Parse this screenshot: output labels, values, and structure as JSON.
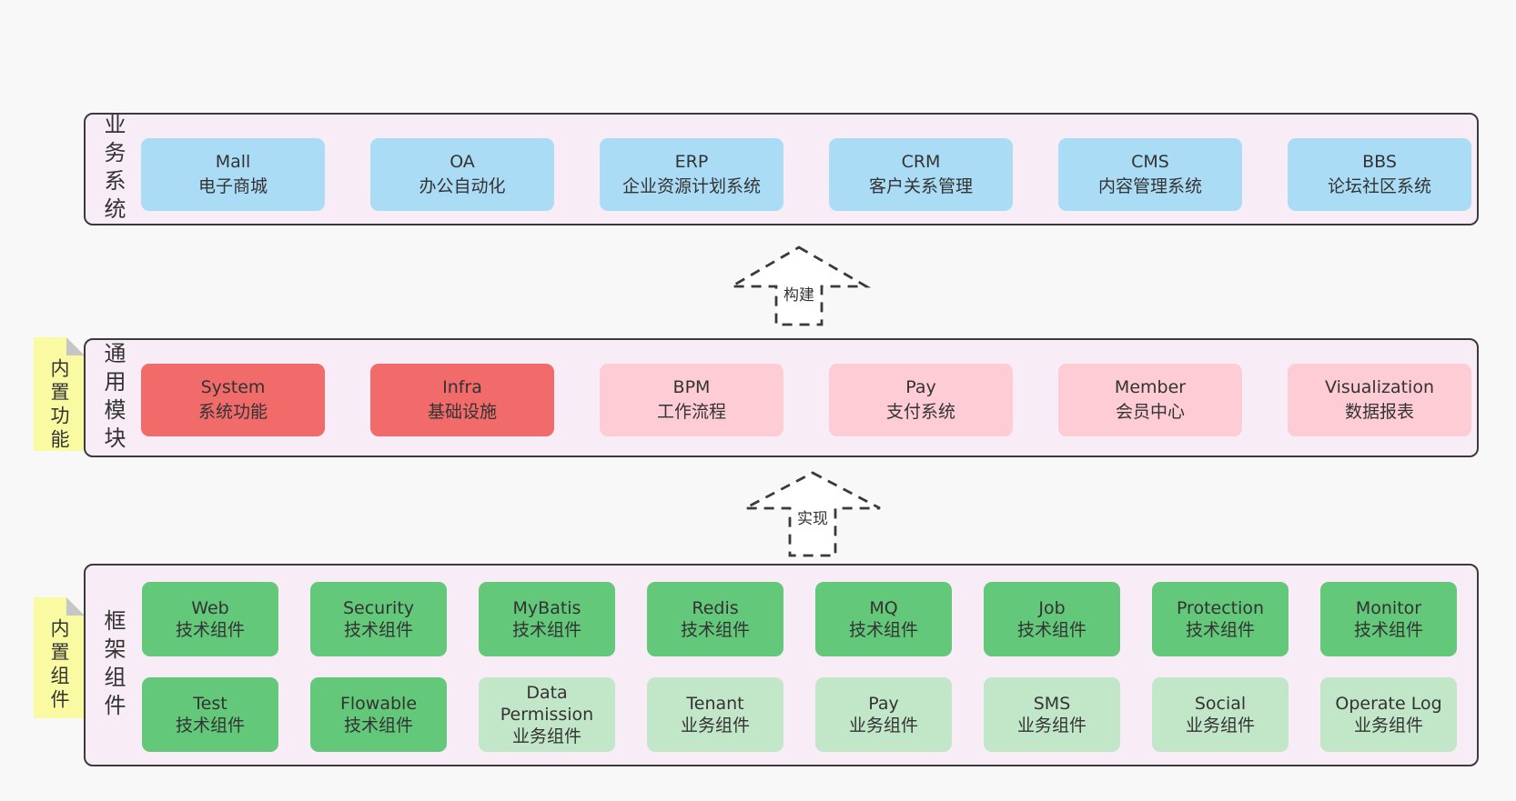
{
  "palette": {
    "page_background": "#f8f8f8",
    "container_background": "#f8edf6",
    "container_border": "#3b3b3b",
    "business_box": "#abdcf5",
    "core_module_box": "#f16b6b",
    "optional_module_box": "#fdccd5",
    "tech_component_box": "#63c87a",
    "biz_component_box": "#c2e7c8",
    "note_background": "#fafaa2",
    "note_fold": "#c6c6c6",
    "text": "#333333"
  },
  "arrows": {
    "build": "构建",
    "implement": "实现"
  },
  "layers": {
    "business": {
      "label": "业务系统",
      "boxes": [
        {
          "title": "Mall",
          "subtitle": "电子商城"
        },
        {
          "title": "OA",
          "subtitle": "办公自动化"
        },
        {
          "title": "ERP",
          "subtitle": "企业资源计划系统"
        },
        {
          "title": "CRM",
          "subtitle": "客户关系管理"
        },
        {
          "title": "CMS",
          "subtitle": "内容管理系统"
        },
        {
          "title": "BBS",
          "subtitle": "论坛社区系统"
        }
      ]
    },
    "modules": {
      "label": "通用模块",
      "note": "内置功能",
      "boxes": [
        {
          "title": "System",
          "subtitle": "系统功能",
          "variant": "red"
        },
        {
          "title": "Infra",
          "subtitle": "基础设施",
          "variant": "red"
        },
        {
          "title": "BPM",
          "subtitle": "工作流程",
          "variant": "pink"
        },
        {
          "title": "Pay",
          "subtitle": "支付系统",
          "variant": "pink"
        },
        {
          "title": "Member",
          "subtitle": "会员中心",
          "variant": "pink"
        },
        {
          "title": "Visualization",
          "subtitle": "数据报表",
          "variant": "pink"
        }
      ]
    },
    "components": {
      "label": "框架组件",
      "note": "内置组件",
      "row1": [
        {
          "title": "Web",
          "subtitle": "技术组件",
          "variant": "dark"
        },
        {
          "title": "Security",
          "subtitle": "技术组件",
          "variant": "dark"
        },
        {
          "title": "MyBatis",
          "subtitle": "技术组件",
          "variant": "dark"
        },
        {
          "title": "Redis",
          "subtitle": "技术组件",
          "variant": "dark"
        },
        {
          "title": "MQ",
          "subtitle": "技术组件",
          "variant": "dark"
        },
        {
          "title": "Job",
          "subtitle": "技术组件",
          "variant": "dark"
        },
        {
          "title": "Protection",
          "subtitle": "技术组件",
          "variant": "dark"
        },
        {
          "title": "Monitor",
          "subtitle": "技术组件",
          "variant": "dark"
        }
      ],
      "row2": [
        {
          "title": "Test",
          "subtitle": "技术组件",
          "variant": "dark"
        },
        {
          "title": "Flowable",
          "subtitle": "技术组件",
          "variant": "dark"
        },
        {
          "title": "Data Permission",
          "subtitle": "业务组件",
          "variant": "light"
        },
        {
          "title": "Tenant",
          "subtitle": "业务组件",
          "variant": "light"
        },
        {
          "title": "Pay",
          "subtitle": "业务组件",
          "variant": "light"
        },
        {
          "title": "SMS",
          "subtitle": "业务组件",
          "variant": "light"
        },
        {
          "title": "Social",
          "subtitle": "业务组件",
          "variant": "light"
        },
        {
          "title": "Operate Log",
          "subtitle": "业务组件",
          "variant": "light"
        }
      ]
    }
  }
}
